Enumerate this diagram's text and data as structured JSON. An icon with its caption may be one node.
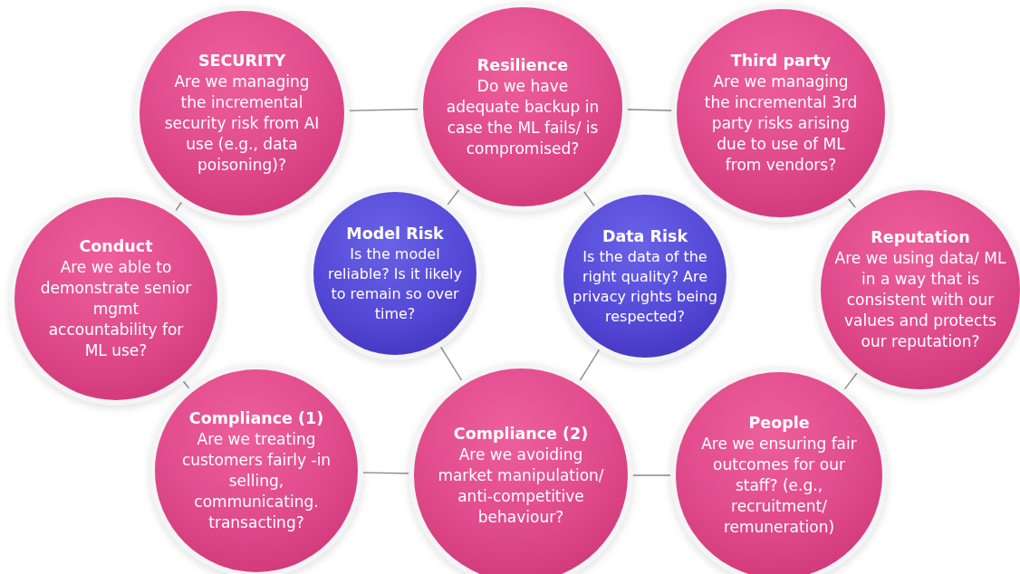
{
  "diagram": {
    "nodes": [
      {
        "text": [
          "SECURITY",
          "Are we managing the incremental security risk from AI use (e.g., data poisoning)?"
        ]
      },
      {
        "text": [
          "Resilience",
          "Do we have adequate backup in case the ML fails/ is compromised?"
        ]
      },
      {
        "text": [
          "Third party",
          "Are we managing the incremental 3rd party risks arising due to use of ML from vendors?"
        ]
      },
      {
        "text": [
          "Conduct",
          "Are we able to demonstrate senior mgmt accountability for ML use?"
        ]
      },
      {
        "text": [
          "Model Risk",
          "Is the model reliable? Is it likely to remain so over time?"
        ]
      },
      {
        "text": [
          "Data Risk",
          "Is the data of the right quality? Are privacy rights being respected?"
        ]
      },
      {
        "text": [
          "Reputation",
          "Are we using data/ ML in a way that is consistent with our values and protects our reputation?"
        ]
      },
      {
        "text": [
          "Compliance (1)",
          "Are we treating customers fairly -in selling, communicating. transacting?"
        ]
      },
      {
        "text": [
          "Compliance (2)",
          "Are we avoiding market manipulation/ anti-competitive behaviour?"
        ]
      },
      {
        "text": [
          "People",
          "Are we ensuring fair outcomes for our staff? (e.g., recruitment/ remuneration)"
        ]
      }
    ],
    "edges": [
      {
        "from": 0,
        "to": 1,
        "arrow": "none"
      },
      {
        "from": 1,
        "to": 2,
        "arrow": "none"
      },
      {
        "from": 2,
        "to": 6,
        "arrow": "none"
      },
      {
        "from": 6,
        "to": 9,
        "arrow": "none"
      },
      {
        "from": 9,
        "to": 8,
        "arrow": "none"
      },
      {
        "from": 8,
        "to": 7,
        "arrow": "none"
      },
      {
        "from": 7,
        "to": 3,
        "arrow": "none"
      },
      {
        "from": 3,
        "to": 0,
        "arrow": "none"
      },
      {
        "from": 1,
        "to": 4,
        "arrow": "none"
      },
      {
        "from": 1,
        "to": 5,
        "arrow": "none"
      },
      {
        "from": 8,
        "to": 4,
        "arrow": "none"
      },
      {
        "from": 8,
        "to": 5,
        "arrow": "none"
      }
    ]
  }
}
